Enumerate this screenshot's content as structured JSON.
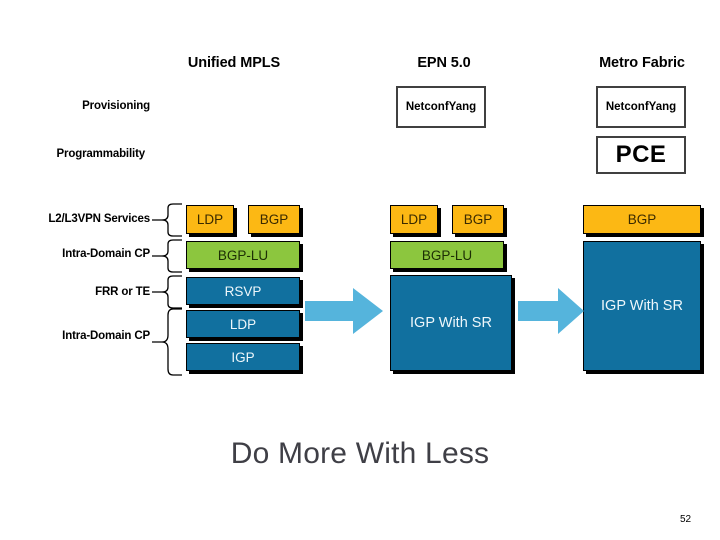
{
  "slide": {
    "tagline": "Do More With Less",
    "page_number": "52",
    "background": "#ffffff"
  },
  "colors": {
    "orange": "#FCB814",
    "green": "#8CC63E",
    "blue": "#11709F",
    "arrow": "#55B4DC",
    "outline": "#404040",
    "tagline_text": "#3f3f46"
  },
  "columns": [
    {
      "key": "unified_mpls",
      "heading": "Unified MPLS"
    },
    {
      "key": "epn5",
      "heading": "EPN 5.0"
    },
    {
      "key": "metro_fabric",
      "heading": "Metro Fabric"
    }
  ],
  "row_labels": [
    {
      "key": "provisioning",
      "label": "Provisioning"
    },
    {
      "key": "programmability",
      "label": "Programmability"
    },
    {
      "key": "l2l3vpn",
      "label": "L2/L3VPN Services"
    },
    {
      "key": "intra_domain_cp_1",
      "label": "Intra-Domain CP"
    },
    {
      "key": "frr_or_te",
      "label": "FRR or TE"
    },
    {
      "key": "intra_domain_cp_2",
      "label": "Intra-Domain CP"
    }
  ],
  "unified_mpls": {
    "provisioning": null,
    "programmability": null,
    "blocks": [
      {
        "key": "umpls-ldp-top",
        "label": "LDP",
        "color": "orange"
      },
      {
        "key": "umpls-bgp-top",
        "label": "BGP",
        "color": "orange"
      },
      {
        "key": "umpls-bgplu",
        "label": "BGP-LU",
        "color": "green"
      },
      {
        "key": "umpls-rsvp",
        "label": "RSVP",
        "color": "blue"
      },
      {
        "key": "umpls-ldp",
        "label": "LDP",
        "color": "blue"
      },
      {
        "key": "umpls-igp",
        "label": "IGP",
        "color": "blue"
      }
    ]
  },
  "epn5": {
    "provisioning": "Netconf\nYang",
    "provisioning_line1": "Netconf",
    "provisioning_line2": "Yang",
    "programmability": null,
    "blocks": [
      {
        "key": "epn-ldp-top",
        "label": "LDP",
        "color": "orange"
      },
      {
        "key": "epn-bgp-top",
        "label": "BGP",
        "color": "orange"
      },
      {
        "key": "epn-bgplu",
        "label": "BGP-LU",
        "color": "green"
      },
      {
        "key": "epn-igpsr",
        "label": "IGP With SR",
        "color": "blue"
      }
    ]
  },
  "metro_fabric": {
    "provisioning_line1": "Netconf",
    "provisioning_line2": "Yang",
    "programmability": "PCE",
    "blocks": [
      {
        "key": "mf-bgp-top",
        "label": "BGP",
        "color": "orange"
      },
      {
        "key": "mf-igpsr",
        "label": "IGP With SR",
        "color": "blue"
      }
    ]
  },
  "arrows": [
    {
      "key": "arrow-umpls-to-epn",
      "from": "unified_mpls",
      "to": "epn5"
    },
    {
      "key": "arrow-epn-to-metro",
      "from": "epn5",
      "to": "metro_fabric"
    }
  ]
}
